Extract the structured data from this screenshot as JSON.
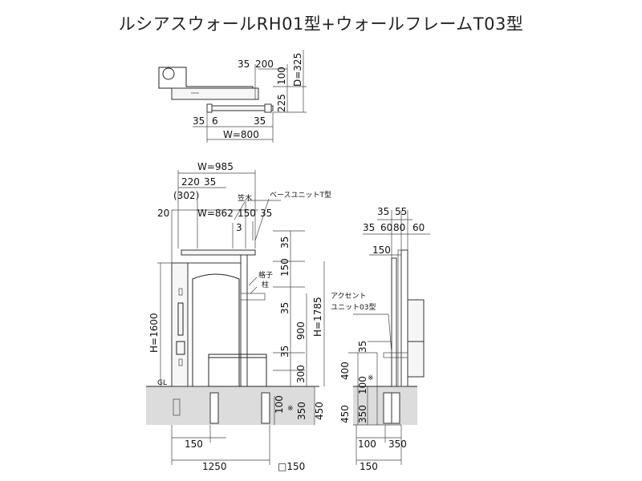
{
  "title": "ルシアスウォールRH01型+ウォールフレームT03型",
  "plan_view": {
    "dims": [
      "35",
      "200",
      "100",
      "D=325",
      "225",
      "35",
      "6",
      "35",
      "W=800"
    ]
  },
  "front_view": {
    "dims": [
      "W=985",
      "220",
      "35",
      "(302)",
      "20",
      "W=862",
      "150",
      "35",
      "3",
      "35",
      "150",
      "35",
      "900",
      "H=1785",
      "35",
      "300",
      "H=1600",
      "450",
      "100",
      "350",
      "150",
      "1250",
      "□150"
    ],
    "labels": {
      "kasagi": "笠木",
      "base_unit": "ベースユニットT型",
      "koushi": "格子",
      "hashira": "柱",
      "gl": "GL",
      "note": "※"
    }
  },
  "side_view": {
    "dims": [
      "35",
      "55",
      "35",
      "60",
      "80",
      "60",
      "150",
      "35",
      "400",
      "100",
      "450",
      "350",
      "100",
      "350",
      "150"
    ],
    "labels": {
      "accent_1": "アクセント",
      "accent_2": "ユニット03型",
      "note": "※"
    }
  }
}
